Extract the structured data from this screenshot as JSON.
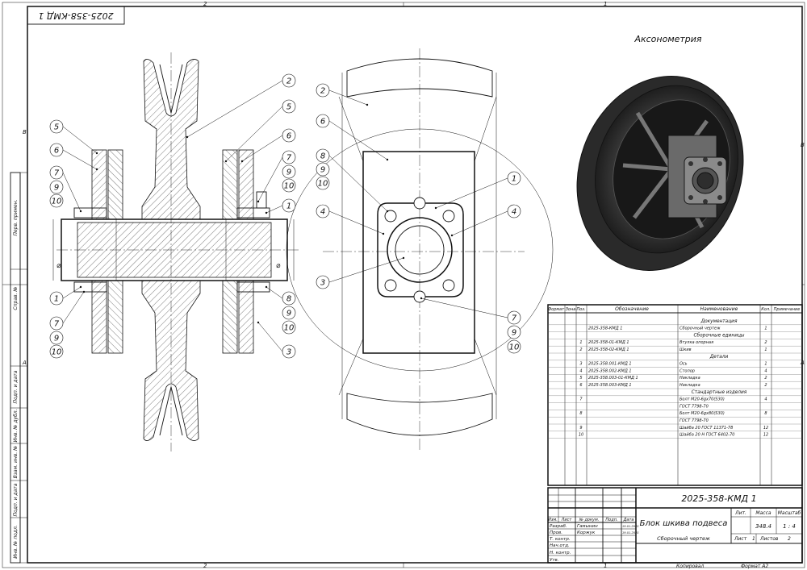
{
  "stamp_top": "2025-358-КМД 1",
  "zones": {
    "top": [
      "2",
      "1"
    ],
    "bottom": [
      "2",
      "1"
    ],
    "side": [
      "B",
      "A"
    ]
  },
  "axo_title": "Аксонометрия",
  "side_labels": [
    "Инв. № подл.",
    "Подп. и дата",
    "Взам. инв. №",
    "Инв. № дубл.",
    "Подп. и дата",
    "Справ. №",
    "Перв. примен."
  ],
  "callouts": {
    "left": [
      "5",
      "6",
      "7",
      "9",
      "10",
      "1",
      "7",
      "9",
      "10"
    ],
    "right": [
      "2",
      "5",
      "6",
      "7",
      "9",
      "10",
      "1",
      "8",
      "9",
      "10",
      "3"
    ],
    "mid_left": [
      "2",
      "6",
      "8",
      "9",
      "10",
      "4",
      "3"
    ],
    "mid_right": [
      "1",
      "4",
      "7",
      "9",
      "10"
    ]
  },
  "diameter_sign": "⌀",
  "spec": {
    "headers": [
      "Формат",
      "Зона",
      "Поз.",
      "Обозначение",
      "Наименование",
      "Кол.",
      "Примечание"
    ],
    "rows": [
      {
        "pos": "",
        "code": "",
        "name": "Документация",
        "qty": "",
        "section": true
      },
      {
        "pos": "",
        "code": "2025-358-КМД 1",
        "name": "Сборочный чертеж",
        "qty": "1"
      },
      {
        "pos": "",
        "code": "",
        "name": "Сборочные единицы",
        "qty": "",
        "section": true
      },
      {
        "pos": "1",
        "code": "2025-358-01-КМД 1",
        "name": "Втулка опорная",
        "qty": "2"
      },
      {
        "pos": "2",
        "code": "2025-358-02-КМД 1",
        "name": "Шкив",
        "qty": "1"
      },
      {
        "pos": "",
        "code": "",
        "name": "Детали",
        "qty": "",
        "section": true
      },
      {
        "pos": "3",
        "code": "2025-358.001-КМД 1",
        "name": "Ось",
        "qty": "1"
      },
      {
        "pos": "4",
        "code": "2025-358.002-КМД 1",
        "name": "Стопор",
        "qty": "4"
      },
      {
        "pos": "5",
        "code": "2025-358.003-01-КМД 1",
        "name": "Накладка",
        "qty": "2"
      },
      {
        "pos": "6",
        "code": "2025-358.003-КМД 1",
        "name": "Накладка",
        "qty": "2"
      },
      {
        "pos": "",
        "code": "",
        "name": "Стандартные изделия",
        "qty": "",
        "section": true
      },
      {
        "pos": "7",
        "code": "",
        "name": "Болт М20-6gх70(S30)",
        "qty": "4"
      },
      {
        "pos": "",
        "code": "",
        "name": "ГОСТ 7798-70",
        "qty": ""
      },
      {
        "pos": "8",
        "code": "",
        "name": "Болт М20-6gх80(S30)",
        "qty": "8"
      },
      {
        "pos": "",
        "code": "",
        "name": "ГОСТ 7798-70",
        "qty": ""
      },
      {
        "pos": "9",
        "code": "",
        "name": "Шайба 20 ГОСТ 11371-78",
        "qty": "12"
      },
      {
        "pos": "10",
        "code": "",
        "name": "Шайба 20 Н ГОСТ 6402-70",
        "qty": "12"
      }
    ]
  },
  "title_block": {
    "designation": "2025-358-КМД 1",
    "name": "Блок шкива подвеса",
    "doc_type": "Сборочный чертеж",
    "col_heads": [
      "Изм.",
      "Лист",
      "№ докум.",
      "Подп.",
      "Дата"
    ],
    "roles": [
      "Разраб.",
      "Пров.",
      "Т. контр.",
      "Нач.отд.",
      "Н. контр.",
      "Утв."
    ],
    "names": [
      "Гамынин",
      "Коржук",
      "",
      "",
      "",
      ""
    ],
    "dates": [
      "19.01.2025",
      "19.01.2025"
    ],
    "lit": "Лит.",
    "mass_label": "Масса",
    "scale_label": "Масштаб",
    "mass": "348.4",
    "scale": "1 : 4",
    "sheet_label": "Лист",
    "sheet": "1",
    "sheets_label": "Листов",
    "sheets": "2",
    "copied": "Копировал",
    "format": "Формат А2"
  }
}
